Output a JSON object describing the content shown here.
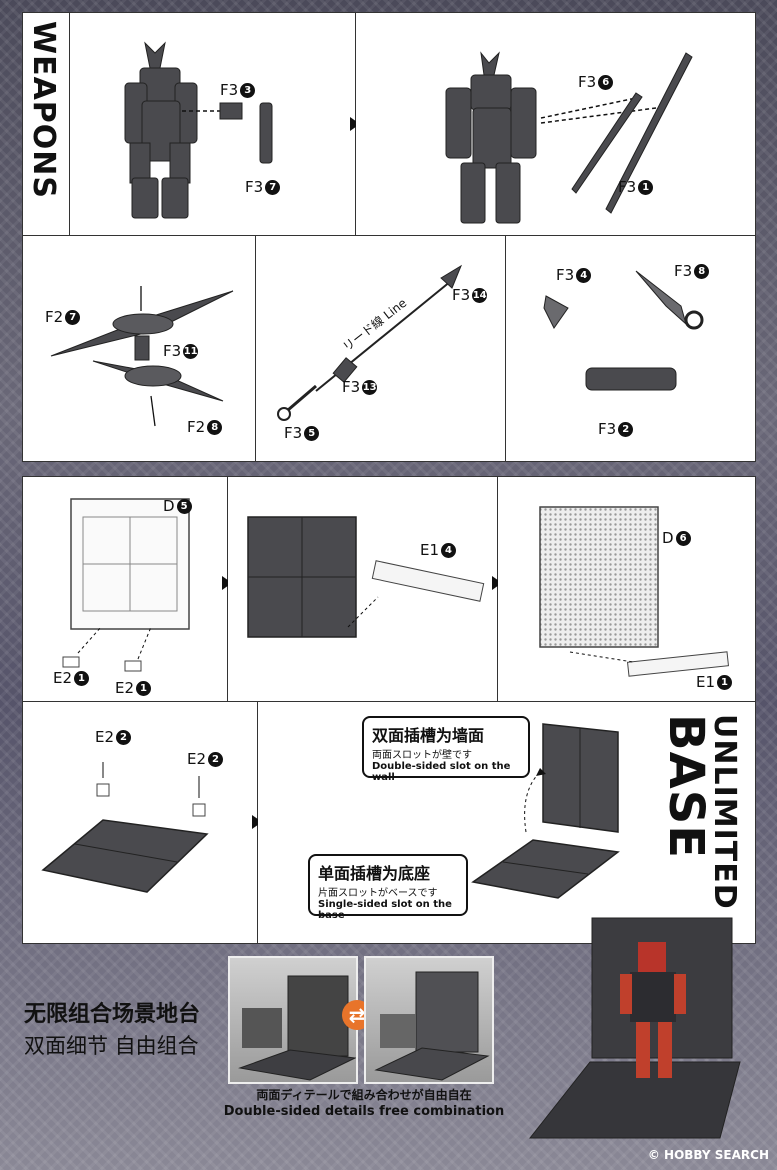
{
  "sections": {
    "weapons_title": "WEAPONS",
    "base_title_line1": "UNLIMITED",
    "base_title_line2": "BASE"
  },
  "weapons": {
    "step1": {
      "part_a": "F3",
      "part_a_num": "3",
      "part_b": "F3",
      "part_b_num": "7"
    },
    "step2": {
      "part_a": "F3",
      "part_a_num": "6",
      "part_b": "F3",
      "part_b_num": "1"
    },
    "shuriken_step": {
      "top": "F2",
      "top_num": "7",
      "mid": "F3",
      "mid_num": "11",
      "bottom": "F2",
      "bottom_num": "8"
    },
    "spear_step": {
      "lead_line": "リード線 Line",
      "tip": "F3",
      "tip_num": "14",
      "mid": "F3",
      "mid_num": "13",
      "end": "F3",
      "end_num": "5"
    },
    "misc_step": {
      "star": "F3",
      "star_num": "4",
      "kunai": "F3",
      "kunai_num": "8",
      "handle": "F3",
      "handle_num": "2"
    }
  },
  "base": {
    "step1": {
      "top": "D",
      "top_num": "5",
      "left": "E2",
      "left_num": "1",
      "right": "E2",
      "right_num": "1"
    },
    "step2": {
      "part": "E1",
      "part_num": "4"
    },
    "step3": {
      "top": "D",
      "top_num": "6",
      "bottom": "E1",
      "bottom_num": "1"
    },
    "step4": {
      "left": "E2",
      "left_num": "2",
      "right": "E2",
      "right_num": "2"
    },
    "callout_wall": {
      "zh": "双面插槽为墙面",
      "jp": "両面スロットが壁です",
      "en": "Double-sided slot on the wall"
    },
    "callout_base": {
      "zh": "单面插槽为底座",
      "jp": "片面スロットがベースです",
      "en": "Single-sided slot on the base"
    }
  },
  "promo": {
    "zh_line1": "无限组合场景地台",
    "zh_line2": "双面细节 自由组合",
    "caption_jp": "両面ディテールで組み合わせが自由自在",
    "caption_en": "Double-sided details free combination"
  },
  "watermark": "© HOBBY SEARCH",
  "colors": {
    "background": "#5a5868",
    "panel": "#ffffff",
    "part_gray": "#4a4a4e"
  }
}
